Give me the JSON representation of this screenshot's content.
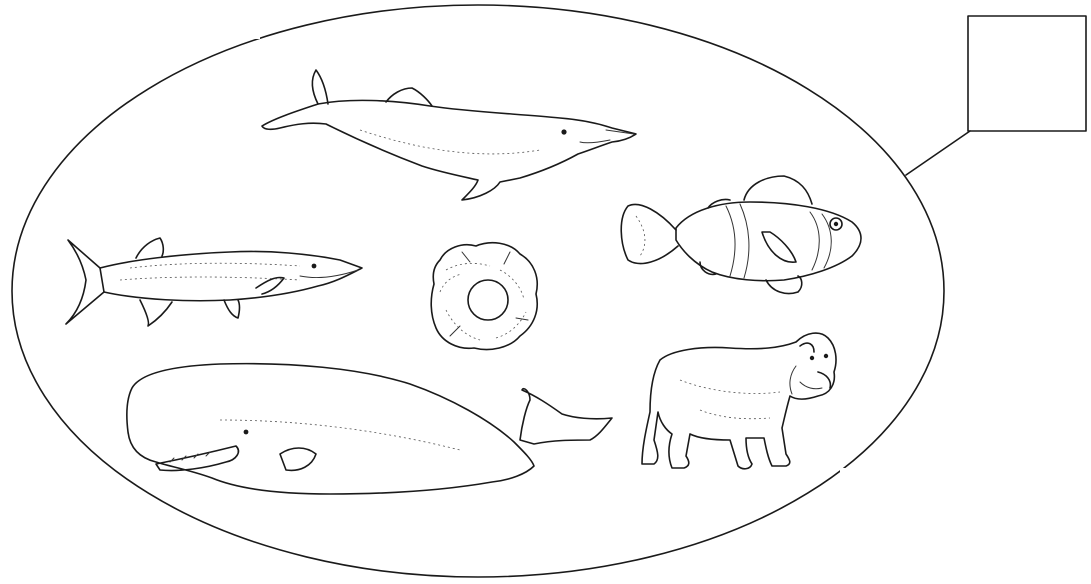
{
  "diagram": {
    "answer_box": {
      "value": ""
    },
    "animals": [
      {
        "name": "dolphin"
      },
      {
        "name": "barracuda"
      },
      {
        "name": "sea-anemone"
      },
      {
        "name": "clownfish"
      },
      {
        "name": "sperm-whale"
      },
      {
        "name": "bulldog"
      }
    ],
    "colors": {
      "line": "#1a1a1a",
      "background": "#ffffff"
    }
  }
}
